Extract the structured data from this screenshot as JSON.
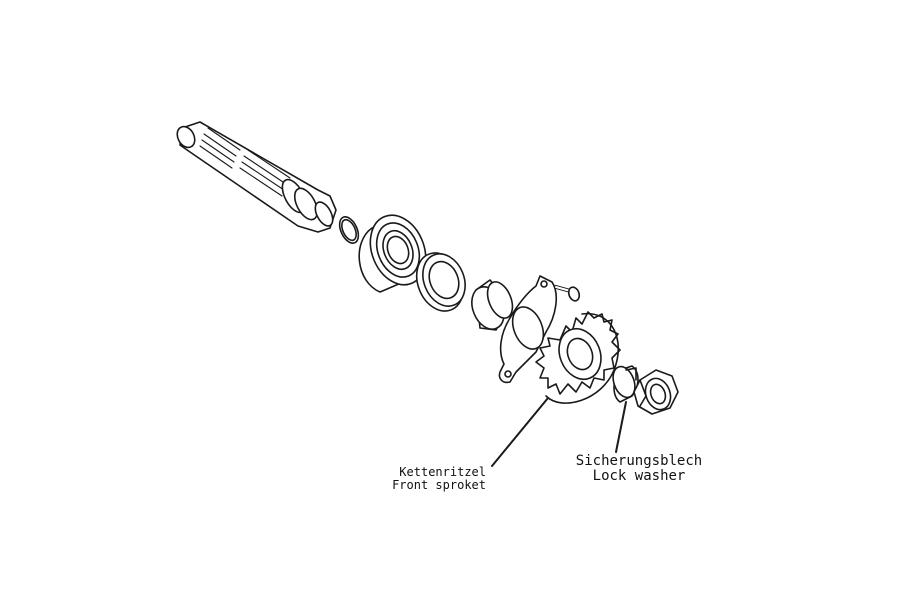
{
  "labels": {
    "sprocket": {
      "de": "Kettenritzel",
      "en": "Front sproket"
    },
    "lock_washer": {
      "de": "Sicherungsblech",
      "en": "Lock washer"
    }
  },
  "colors": {
    "line": "#1a1a1a",
    "background": "#ffffff"
  }
}
